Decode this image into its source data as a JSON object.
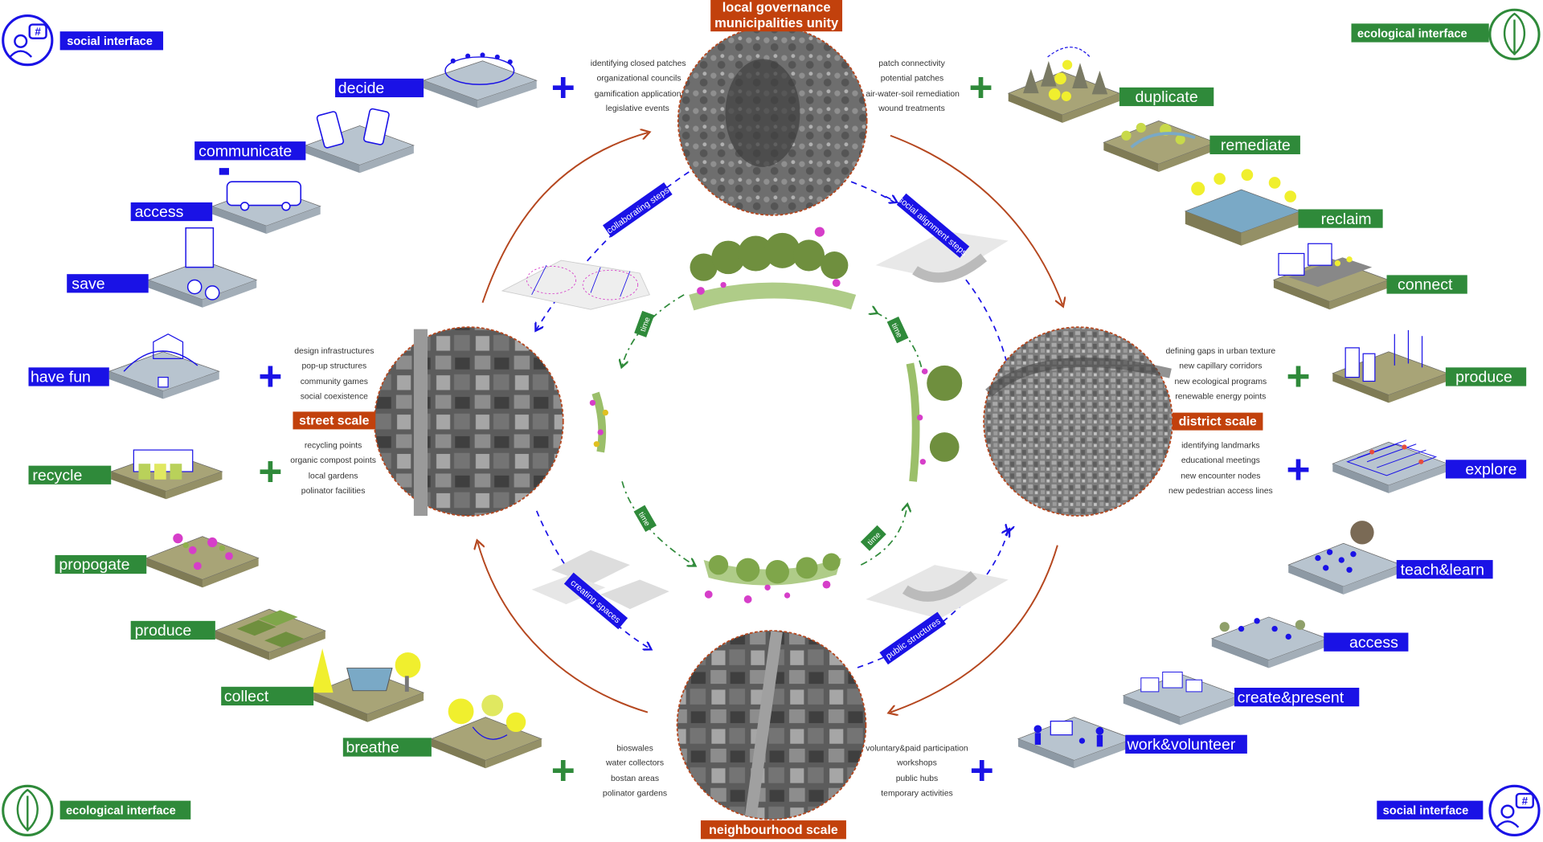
{
  "corners": {
    "top_left": "social interface",
    "top_right": "ecological interface",
    "bottom_left": "ecological interface",
    "bottom_right": "social interface"
  },
  "colors": {
    "social_blue": "#1a12e6",
    "eco_green": "#2f8a3a",
    "scale_orange": "#c2410c",
    "arrow_brown": "#b5471f",
    "platform": "#b8c4cf"
  },
  "hubs": {
    "top": {
      "label_line1": "local governance",
      "label_line2": "municipalities unity"
    },
    "left": {
      "label": "street scale"
    },
    "right": {
      "label": "district scale"
    },
    "bottom": {
      "label": "neighbourhood scale"
    }
  },
  "notes": {
    "top_left": [
      "identifying closed patches",
      "organizational councils",
      "gamification application",
      "legislative events"
    ],
    "top_right": [
      "patch connectivity",
      "potential patches",
      "air-water-soil remediation",
      "wound treatments"
    ],
    "left_top": [
      "design infrastructures",
      "pop-up structures",
      "community games",
      "social coexistence"
    ],
    "left_bottom": [
      "recycling points",
      "organic compost points",
      "local gardens",
      "polinator facilities"
    ],
    "right_top": [
      "defining gaps in urban texture",
      "new capillary corridors",
      "new ecological programs",
      "renewable energy points"
    ],
    "right_bottom": [
      "identifying landmarks",
      "educational meetings",
      "new encounter nodes",
      "new pedestrian access lines"
    ],
    "bottom_left": [
      "bioswales",
      "water collectors",
      "bostan areas",
      "polinator gardens"
    ],
    "bottom_right": [
      "voluntary&paid participation",
      "workshops",
      "public hubs",
      "temporary activities"
    ]
  },
  "social_actions_left": [
    "decide",
    "communicate",
    "access",
    "save",
    "have fun"
  ],
  "eco_actions_left": [
    "recycle",
    "propogate",
    "produce",
    "collect",
    "breathe"
  ],
  "eco_actions_right": [
    "duplicate",
    "remediate",
    "reclaim",
    "connect",
    "produce"
  ],
  "social_actions_right": [
    "explore",
    "teach&learn",
    "access",
    "create&present",
    "work&volunteer"
  ],
  "process_labels": {
    "top_left": "collaborating steps",
    "top_right": "social alignment steps",
    "bottom_left": "creating spaces",
    "bottom_right": "public structures",
    "time": "time"
  },
  "plus": "+"
}
